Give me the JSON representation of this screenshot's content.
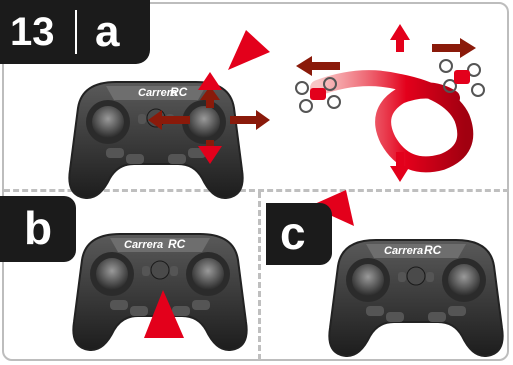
{
  "step": {
    "number": "13",
    "panels": [
      {
        "letter": "a"
      },
      {
        "letter": "b"
      },
      {
        "letter": "c"
      }
    ]
  },
  "controller": {
    "brand": "Carrera",
    "model_mark": "RC"
  },
  "colors": {
    "pointer_red": "#e3001b",
    "arrow_dark_red": "#8a1a0a",
    "tab_black": "#1b1b1b",
    "controller_body": "#3a3a3a",
    "dash_gray": "#bfbfbf"
  }
}
